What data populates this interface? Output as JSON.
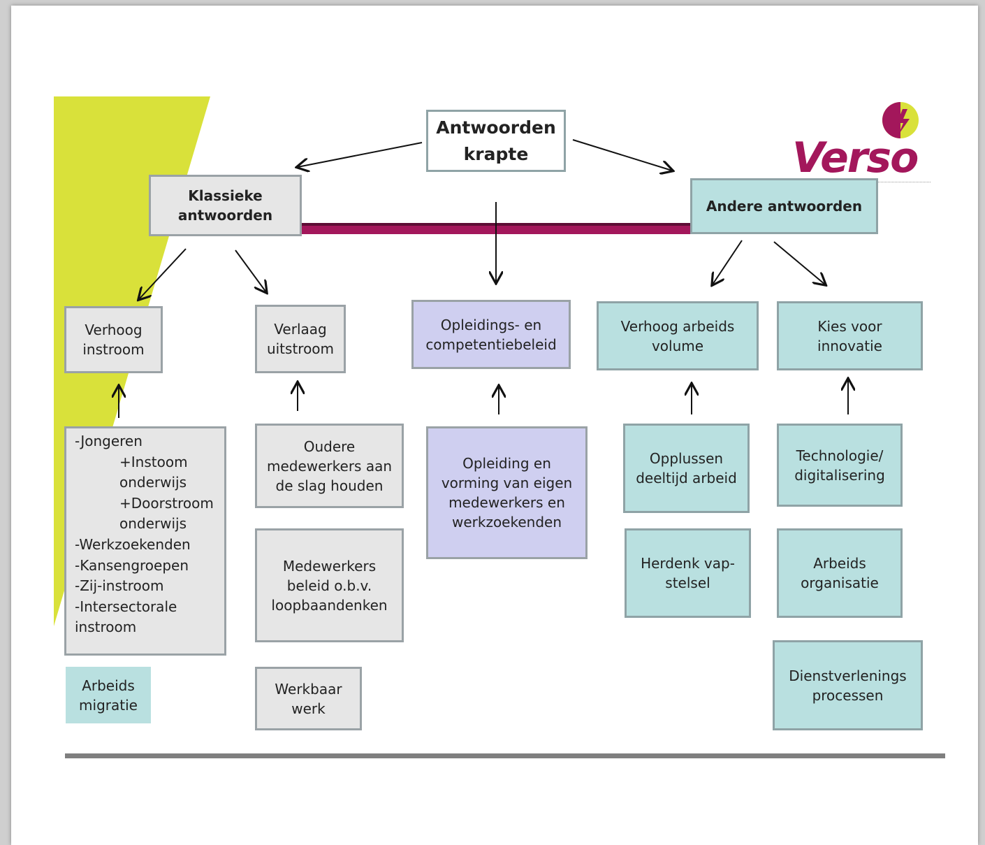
{
  "diagram": {
    "title": "Antwoorden\nkrapte",
    "klassieke": "Klassieke\nantwoorden",
    "andere": "Andere antwoorden",
    "verhoog_instroom": "Verhoog\ninstroom",
    "verlaag_uitstroom": "Verlaag\nuitstroom",
    "opleidingsbeleid": "Opleidings- en\ncompetentiebeleid",
    "verhoog_volume": "Verhoog arbeids\nvolume",
    "innovatie": "Kies voor\ninnovatie",
    "instroom_list": {
      "jongeren": "-Jongeren",
      "instoom": "+Instoom",
      "onderwijs1": "onderwijs",
      "doorstroom": "+Doorstroom",
      "onderwijs2": "onderwijs",
      "werkzoekenden": "-Werkzoekenden",
      "kansengroepen": "-Kansengroepen",
      "zij_instroom": "-Zij-instroom",
      "intersectorale": "-Intersectorale",
      "instroom": "instroom"
    },
    "arbeids_migratie": "Arbeids\nmigratie",
    "oudere": "Oudere\nmedewerkers aan\nde slag houden",
    "medewerkers_beleid": "Medewerkers\nbeleid o.b.v.\nloopbaandenken",
    "werkbaar": "Werkbaar\nwerk",
    "opleiding_vorming": "Opleiding en\nvorming van eigen\nmedewerkers en\nwerkzoekenden",
    "opplussen": "Opplussen\ndeeltijd arbeid",
    "herdenk": "Herdenk vap-\nstelsel",
    "technologie": "Technologie/\ndigitalisering",
    "arbeids_organisatie": "Arbeids\norganisatie",
    "dienstverlening": "Dienstverlenings\nprocessen"
  },
  "logo": {
    "wordmark": "Verso"
  },
  "colors": {
    "lime": "#d9e13a",
    "magenta": "#a3175b",
    "grey_box": "#e6e6e6",
    "teal_box": "#b9e0e0",
    "lavender_box": "#cfcff0"
  }
}
